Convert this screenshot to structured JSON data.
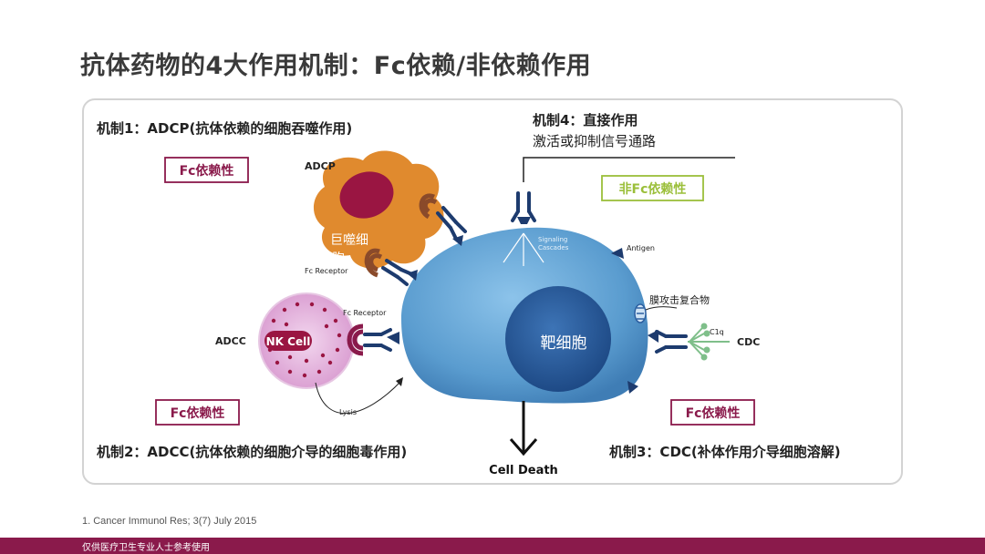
{
  "slide": {
    "title": "抗体药物的4大作用机制：Fc依赖/非依赖作用",
    "footnote": "1.   Cancer Immunol Res; 3(7) July 2015",
    "footer_bar": "仅供医疗卫生专业人士参考使用"
  },
  "diagram": {
    "mechanism1": "机制1：ADCP(抗体依赖的细胞吞噬作用)",
    "mechanism2": "机制2：ADCC(抗体依赖的细胞介导的细胞毒作用)",
    "mechanism3": "机制3：CDC(补体作用介导细胞溶解)",
    "mechanism4_title": "机制4：直接作用",
    "mechanism4_desc": "激活或抑制信号通路",
    "fc_dependent": "Fc依赖性",
    "non_fc_dependent": "非Fc依赖性",
    "adcp": "ADCP",
    "adcc": "ADCC",
    "cdc": "CDC",
    "macrophage_line1": "巨噬细",
    "macrophage_line2": "胞",
    "fc_receptor": "Fc Receptor",
    "nk_cell": "NK Cell",
    "lysis": "Lysis",
    "target_cell": "靶细胞",
    "signaling_line1": "Signaling",
    "signaling_line2": "Cascades",
    "antigen": "Antigen",
    "mac": "膜攻击复合物",
    "c1q": "C1q",
    "cell_death": "Cell Death"
  },
  "colors": {
    "accent": "#8a1a4b",
    "non_fc_green": "#9bbf3a",
    "target_cell_blue": "#4a8fc4",
    "macrophage_orange": "#e08a2e",
    "nk_pink": "#e7b6e0"
  }
}
